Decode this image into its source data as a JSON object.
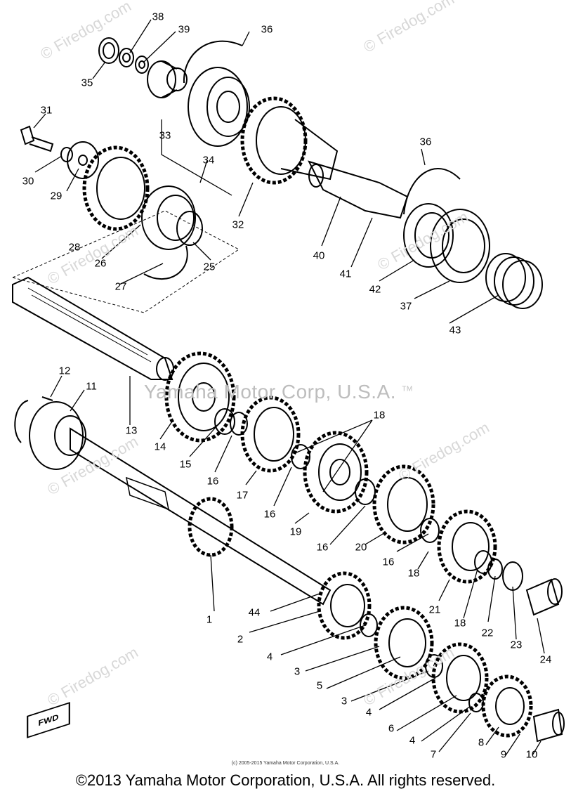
{
  "watermarks": {
    "firedog": "© Firedog.com",
    "center": "Yamaha Motor Corp, U.S.A.",
    "center_tm": "TM"
  },
  "labels": {
    "p1": "1",
    "p2": "2",
    "p3a": "3",
    "p3b": "3",
    "p4a": "4",
    "p4b": "4",
    "p4c": "4",
    "p5": "5",
    "p6": "6",
    "p7": "7",
    "p8": "8",
    "p9": "9",
    "p10": "10",
    "p11": "11",
    "p12": "12",
    "p13": "13",
    "p14": "14",
    "p15": "15",
    "p16a": "16",
    "p16b": "16",
    "p16c": "16",
    "p16d": "16",
    "p17": "17",
    "p18a": "18",
    "p18b": "18",
    "p18c": "18",
    "p19": "19",
    "p20": "20",
    "p21": "21",
    "p22": "22",
    "p23": "23",
    "p24": "24",
    "p25": "25",
    "p26": "26",
    "p27": "27",
    "p28": "28",
    "p29": "29",
    "p30": "30",
    "p31": "31",
    "p32": "32",
    "p33": "33",
    "p34": "34",
    "p35": "35",
    "p36a": "36",
    "p36b": "36",
    "p37": "37",
    "p38": "38",
    "p39": "39",
    "p40": "40",
    "p41": "41",
    "p42": "42",
    "p43": "43",
    "p44": "44"
  },
  "fwd_label": "FWD",
  "small_copyright": "(c) 2005-2015 Yamaha Motor Corporation, U.S.A.",
  "footer": "©2013 Yamaha Motor Corporation, U.S.A. All rights reserved."
}
